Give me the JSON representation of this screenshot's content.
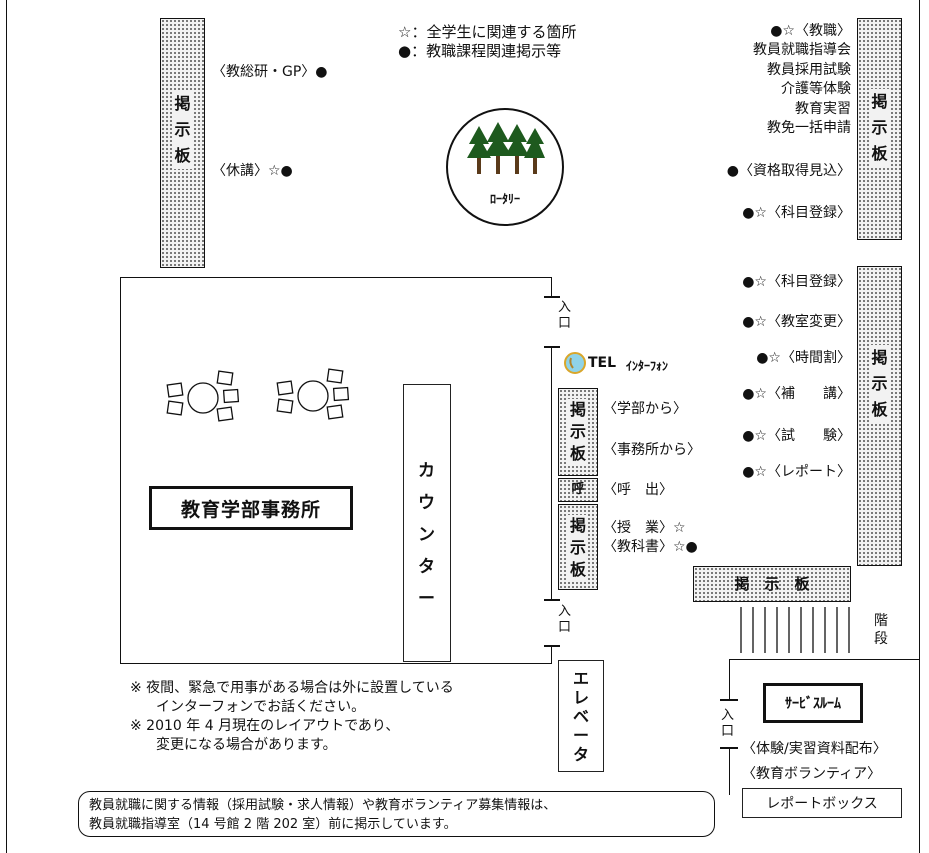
{
  "legend": {
    "star": "☆：全学生に関連する箇所",
    "dot": "●：教職課程関連掲示等"
  },
  "board_label": [
    "掲",
    "示",
    "板"
  ],
  "board_label_small": [
    "掲",
    "示",
    "板"
  ],
  "board_stairs": "掲　示　板",
  "left_board": {
    "items": [
      "〈教総研・GP〉●",
      "〈休講〉☆●"
    ]
  },
  "rotary": {
    "label": "ﾛｰﾀﾘｰ"
  },
  "right_top": {
    "header": "●☆〈教職〉",
    "lines": [
      "教員就職指導会",
      "教員採用試験",
      "介護等体験",
      "教育実習",
      "教免一括申請"
    ],
    "shikaku": "●〈資格取得見込〉",
    "kamoku": "●☆〈科目登録〉"
  },
  "right_mid": {
    "items": [
      "●☆〈科目登録〉",
      "●☆〈教室変更〉",
      "●☆〈時間割〉",
      "●☆〈補　　講〉",
      "●☆〈試　　験〉",
      "●☆〈レポート〉"
    ]
  },
  "entrance": "入口",
  "tel": {
    "label": "TEL",
    "sub": "ｲﾝﾀｰﾌｫﾝ"
  },
  "center_board": {
    "items": [
      "〈学部から〉",
      "〈事務所から〉"
    ],
    "yobi_box": "呼",
    "yobi": "〈呼　出〉",
    "lower": [
      "〈授　業〉☆",
      "〈教科書〉☆●"
    ]
  },
  "office": {
    "title": "教育学部事務所",
    "counter": "カウンター"
  },
  "elevator": "エレベータ",
  "stairs": "階段",
  "service_room": {
    "title": "ｻｰﾋﾞｽﾙｰﾑ",
    "items": [
      "〈体験/実習資料配布〉",
      "〈教育ボランティア〉"
    ],
    "report_box": "レポートボックス"
  },
  "notes": [
    "※ 夜間、緊急で用事がある場合は外に設置している",
    "インターフォンでお話ください。",
    "※ 2010 年 4 月現在のレイアウトであり、",
    "変更になる場合があります。"
  ],
  "footer": [
    "教員就職に関する情報（採用試験・求人情報）や教育ボランティア募集情報は、",
    "教員就職指導室（14 号館 2 階 202 室）前に掲示しています。"
  ]
}
